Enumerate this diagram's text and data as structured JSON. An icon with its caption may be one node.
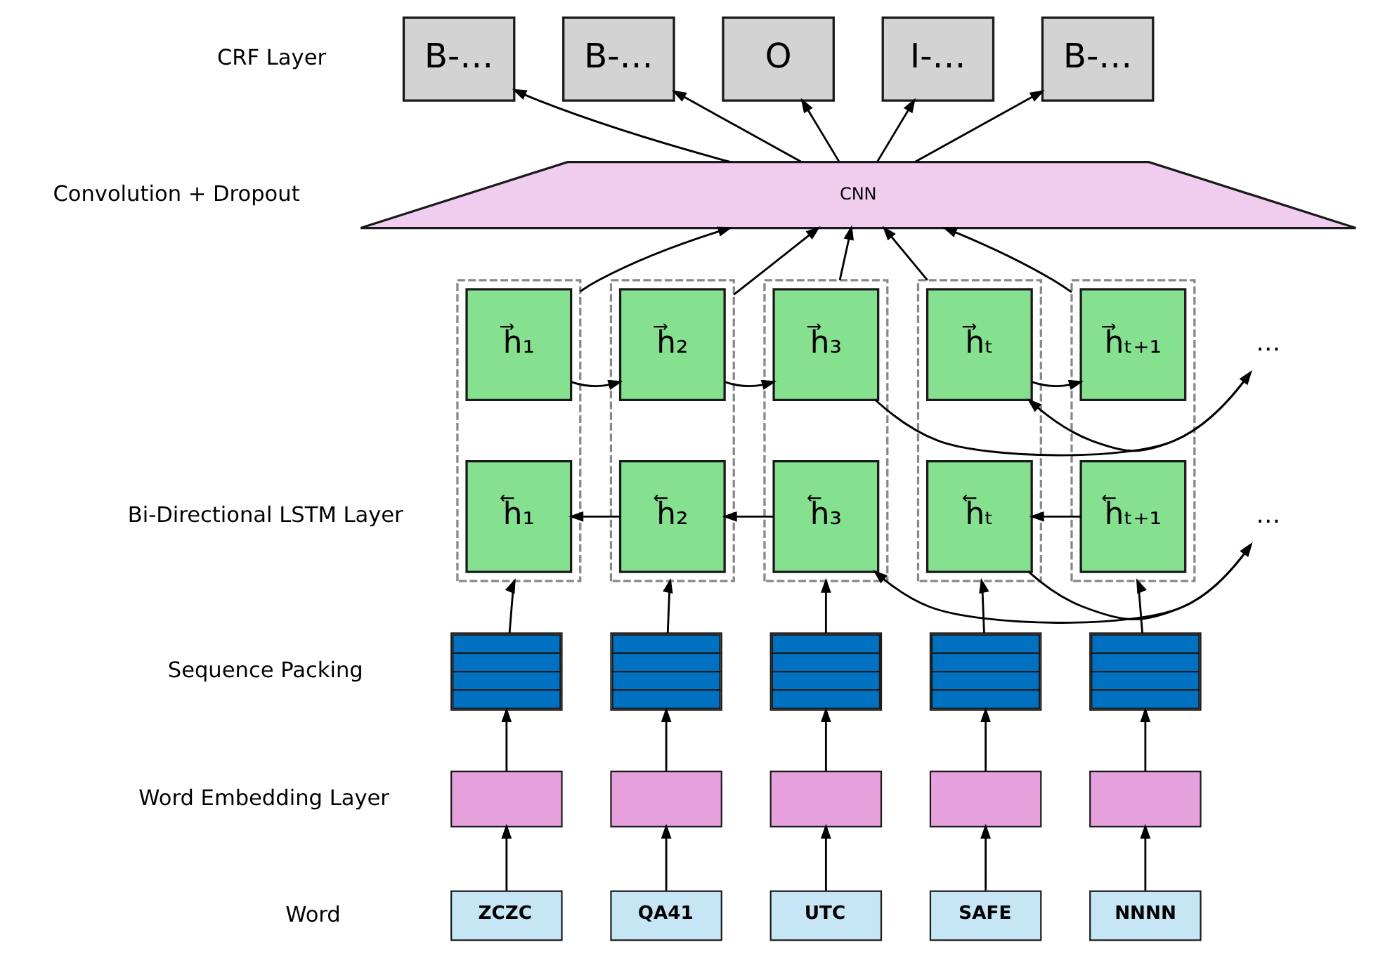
{
  "diagram": {
    "nodes": [
      {
        "text": [
          "B-…"
        ]
      },
      {
        "text": [
          "B-…"
        ]
      },
      {
        "text": [
          "O"
        ]
      },
      {
        "text": [
          "I-…"
        ]
      },
      {
        "text": [
          "B-…"
        ]
      },
      {
        "text": [
          "CNN"
        ]
      },
      {
        "text": [],
        "shape": "box"
      },
      {
        "text": [
          "h⃗₁"
        ],
        "in": 6
      },
      {
        "text": [
          "h⃖₁"
        ],
        "in": 6
      },
      {
        "text": [],
        "shape": "box"
      },
      {
        "text": [
          "h⃗₂"
        ],
        "in": 9
      },
      {
        "text": [
          "h⃖₂"
        ],
        "in": 9
      },
      {
        "text": [],
        "shape": "box"
      },
      {
        "text": [
          "h⃗₃"
        ],
        "in": 12
      },
      {
        "text": [
          "h⃖₃"
        ],
        "in": 12
      },
      {
        "text": [
          "…"
        ]
      },
      {
        "text": [
          "…"
        ]
      },
      {
        "text": [],
        "shape": "box"
      },
      {
        "text": [
          "h⃗ₜ"
        ],
        "in": 17
      },
      {
        "text": [
          "h⃖ₜ"
        ],
        "in": 17
      },
      {
        "text": [],
        "shape": "box"
      },
      {
        "text": [
          "h⃗ₜ₊₁"
        ],
        "in": 20
      },
      {
        "text": [
          "h⃖ₜ₊₁"
        ],
        "in": 20
      },
      {
        "text": [],
        "shape": "box"
      },
      {
        "text": [],
        "shape": "box"
      },
      {
        "text": [],
        "shape": "box"
      },
      {
        "text": [],
        "shape": "box"
      },
      {
        "text": [],
        "shape": "box"
      },
      {
        "text": [],
        "shape": "box"
      },
      {
        "text": [],
        "shape": "box"
      },
      {
        "text": [],
        "shape": "box"
      },
      {
        "text": [],
        "shape": "box"
      },
      {
        "text": [],
        "shape": "box"
      },
      {
        "text": [
          "ZCZC"
        ]
      },
      {
        "text": [
          "QA41"
        ]
      },
      {
        "text": [
          "UTC"
        ]
      },
      {
        "text": [
          "SAFE"
        ]
      },
      {
        "text": [
          "NNNN"
        ]
      }
    ],
    "edges": [
      {
        "from": 33,
        "to": 28,
        "arrow": "to"
      },
      {
        "from": 34,
        "to": 29,
        "arrow": "to"
      },
      {
        "from": 35,
        "to": 30,
        "arrow": "to"
      },
      {
        "from": 36,
        "to": 31,
        "arrow": "to"
      },
      {
        "from": 37,
        "to": 32,
        "arrow": "to"
      },
      {
        "from": 28,
        "to": 23,
        "arrow": "to"
      },
      {
        "from": 29,
        "to": 24,
        "arrow": "to"
      },
      {
        "from": 30,
        "to": 25,
        "arrow": "to"
      },
      {
        "from": 31,
        "to": 26,
        "arrow": "to"
      },
      {
        "from": 32,
        "to": 27,
        "arrow": "to"
      },
      {
        "from": 23,
        "to": 6,
        "arrow": "to"
      },
      {
        "from": 24,
        "to": 9,
        "arrow": "to"
      },
      {
        "from": 25,
        "to": 12,
        "arrow": "to"
      },
      {
        "from": 26,
        "to": 17,
        "arrow": "to"
      },
      {
        "from": 27,
        "to": 20,
        "arrow": "to"
      },
      {
        "from": 7,
        "to": 10,
        "arrow": "to"
      },
      {
        "from": 10,
        "to": 13,
        "arrow": "to"
      },
      {
        "from": 13,
        "to": 15,
        "arrow": "to"
      },
      {
        "from": 15,
        "to": 18,
        "arrow": "to"
      },
      {
        "from": 18,
        "to": 21,
        "arrow": "to"
      },
      {
        "from": 22,
        "to": 19,
        "arrow": "to"
      },
      {
        "from": 19,
        "to": 16,
        "arrow": "to"
      },
      {
        "from": 16,
        "to": 14,
        "arrow": "to"
      },
      {
        "from": 14,
        "to": 11,
        "arrow": "to"
      },
      {
        "from": 11,
        "to": 8,
        "arrow": "to"
      },
      {
        "from": 6,
        "to": 5,
        "arrow": "to"
      },
      {
        "from": 9,
        "to": 5,
        "arrow": "to"
      },
      {
        "from": 12,
        "to": 5,
        "arrow": "to"
      },
      {
        "from": 17,
        "to": 5,
        "arrow": "to"
      },
      {
        "from": 20,
        "to": 5,
        "arrow": "to"
      },
      {
        "from": 5,
        "to": 0,
        "arrow": "to"
      },
      {
        "from": 5,
        "to": 1,
        "arrow": "to"
      },
      {
        "from": 5,
        "to": 2,
        "arrow": "to"
      },
      {
        "from": 5,
        "to": 3,
        "arrow": "to"
      },
      {
        "from": 5,
        "to": 4,
        "arrow": "to"
      }
    ],
    "labels": [
      "CRF Layer",
      "Convolution + Dropout",
      "Bi-Directional LSTM Layer",
      "Sequence Packing",
      "Word Embedding Layer",
      "Word"
    ]
  }
}
